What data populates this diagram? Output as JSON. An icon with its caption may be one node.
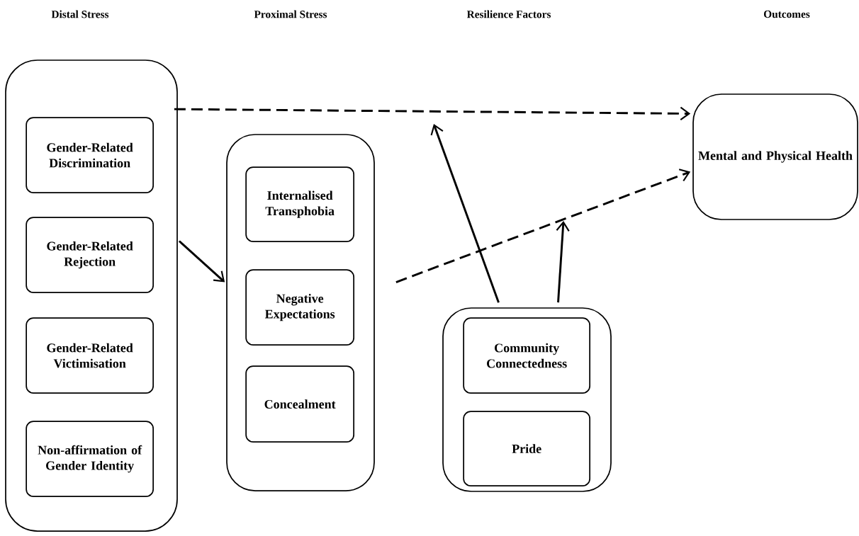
{
  "diagram": {
    "nodes": [
      {
        "text": [],
        "shape": "box"
      },
      {
        "text": [
          "Gender-Related Discrimination"
        ],
        "in": 0
      },
      {
        "text": [
          "Gender-Related Rejection"
        ],
        "in": 0
      },
      {
        "text": [
          "Gender-Related Victimisation"
        ],
        "in": 0
      },
      {
        "text": [
          "Non-affirmation of Gender Identity"
        ],
        "in": 0
      },
      {
        "text": [],
        "shape": "box"
      },
      {
        "text": [
          "Internalised Transphobia"
        ],
        "in": 5
      },
      {
        "text": [
          "Negative Expectations"
        ],
        "in": 5
      },
      {
        "text": [
          "Concealment"
        ],
        "in": 5
      },
      {
        "text": [],
        "shape": "box"
      },
      {
        "text": [
          "Community Connectedness"
        ],
        "in": 9
      },
      {
        "text": [
          "Pride"
        ],
        "in": 9
      },
      {
        "text": [
          "Mental and Physical Health"
        ]
      }
    ],
    "edges": [
      {
        "from": 0,
        "to": 12,
        "arrow": "to",
        "style": "dashed"
      },
      {
        "from": 0,
        "to": 5,
        "arrow": "to"
      },
      {
        "from": 5,
        "to": 12,
        "arrow": "to",
        "style": "dashed"
      },
      {
        "from": 9,
        "to": null,
        "arrow": "to"
      },
      {
        "from": 9,
        "to": null,
        "arrow": "to"
      }
    ],
    "labels": [
      "Distal Stress",
      "Proximal Stress",
      "Resilience Factors",
      "Outcomes"
    ]
  }
}
